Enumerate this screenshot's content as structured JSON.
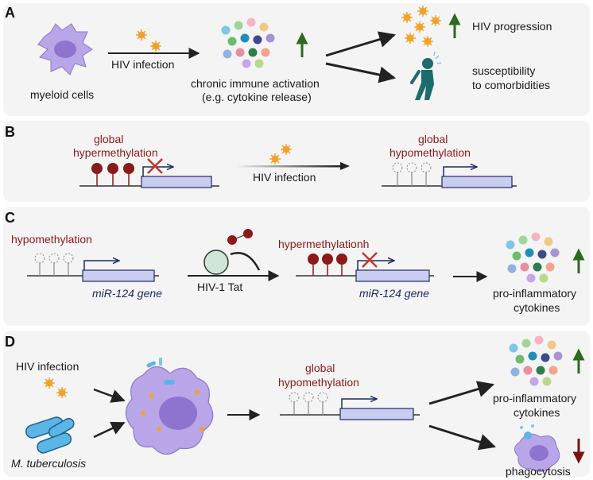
{
  "panels": {
    "a": {
      "letter": "A",
      "myeloid_label": "myeloid cells",
      "infection_label": "HIV infection",
      "activation_line1": "chronic immune activation",
      "activation_line2": "(e.g. cytokine release)",
      "progression_label": "HIV progression",
      "comorbid_line1": "susceptibility",
      "comorbid_line2": "to comorbidities"
    },
    "b": {
      "letter": "B",
      "left_line1": "global",
      "left_line2": "hypermethylation",
      "infection_label": "HIV infection",
      "right_line1": "global",
      "right_line2": "hypomethylation"
    },
    "c": {
      "letter": "C",
      "left_label": "hypomethylation",
      "left_gene": "miR-124 gene",
      "tat_label": "HIV-1 Tat",
      "right_label": "hypermethylationh",
      "right_gene": "miR-124 gene",
      "cytokines_line1": "pro-inflammatory",
      "cytokines_line2": "cytokines"
    },
    "d": {
      "letter": "D",
      "hiv_label": "HIV infection",
      "mtb_label": "M. tuberculosis",
      "methyl_line1": "global",
      "methyl_line2": "hypomethylation",
      "cytokines_line1": "pro-inflammatory",
      "cytokines_line2": "cytokines",
      "phago_label": "phagocytosis"
    }
  },
  "colors": {
    "panel_bg": "#f4f4f4",
    "methyl_red": "#8b1a1a",
    "dna_line": "#333333",
    "gene_box": "#c9cdf0",
    "gene_box_stroke": "#1f2a66",
    "up_arrow": "#2d6a1f",
    "down_arrow": "#7a1010",
    "virus": "#f2a22a",
    "cell": "#b9a6e8"
  }
}
